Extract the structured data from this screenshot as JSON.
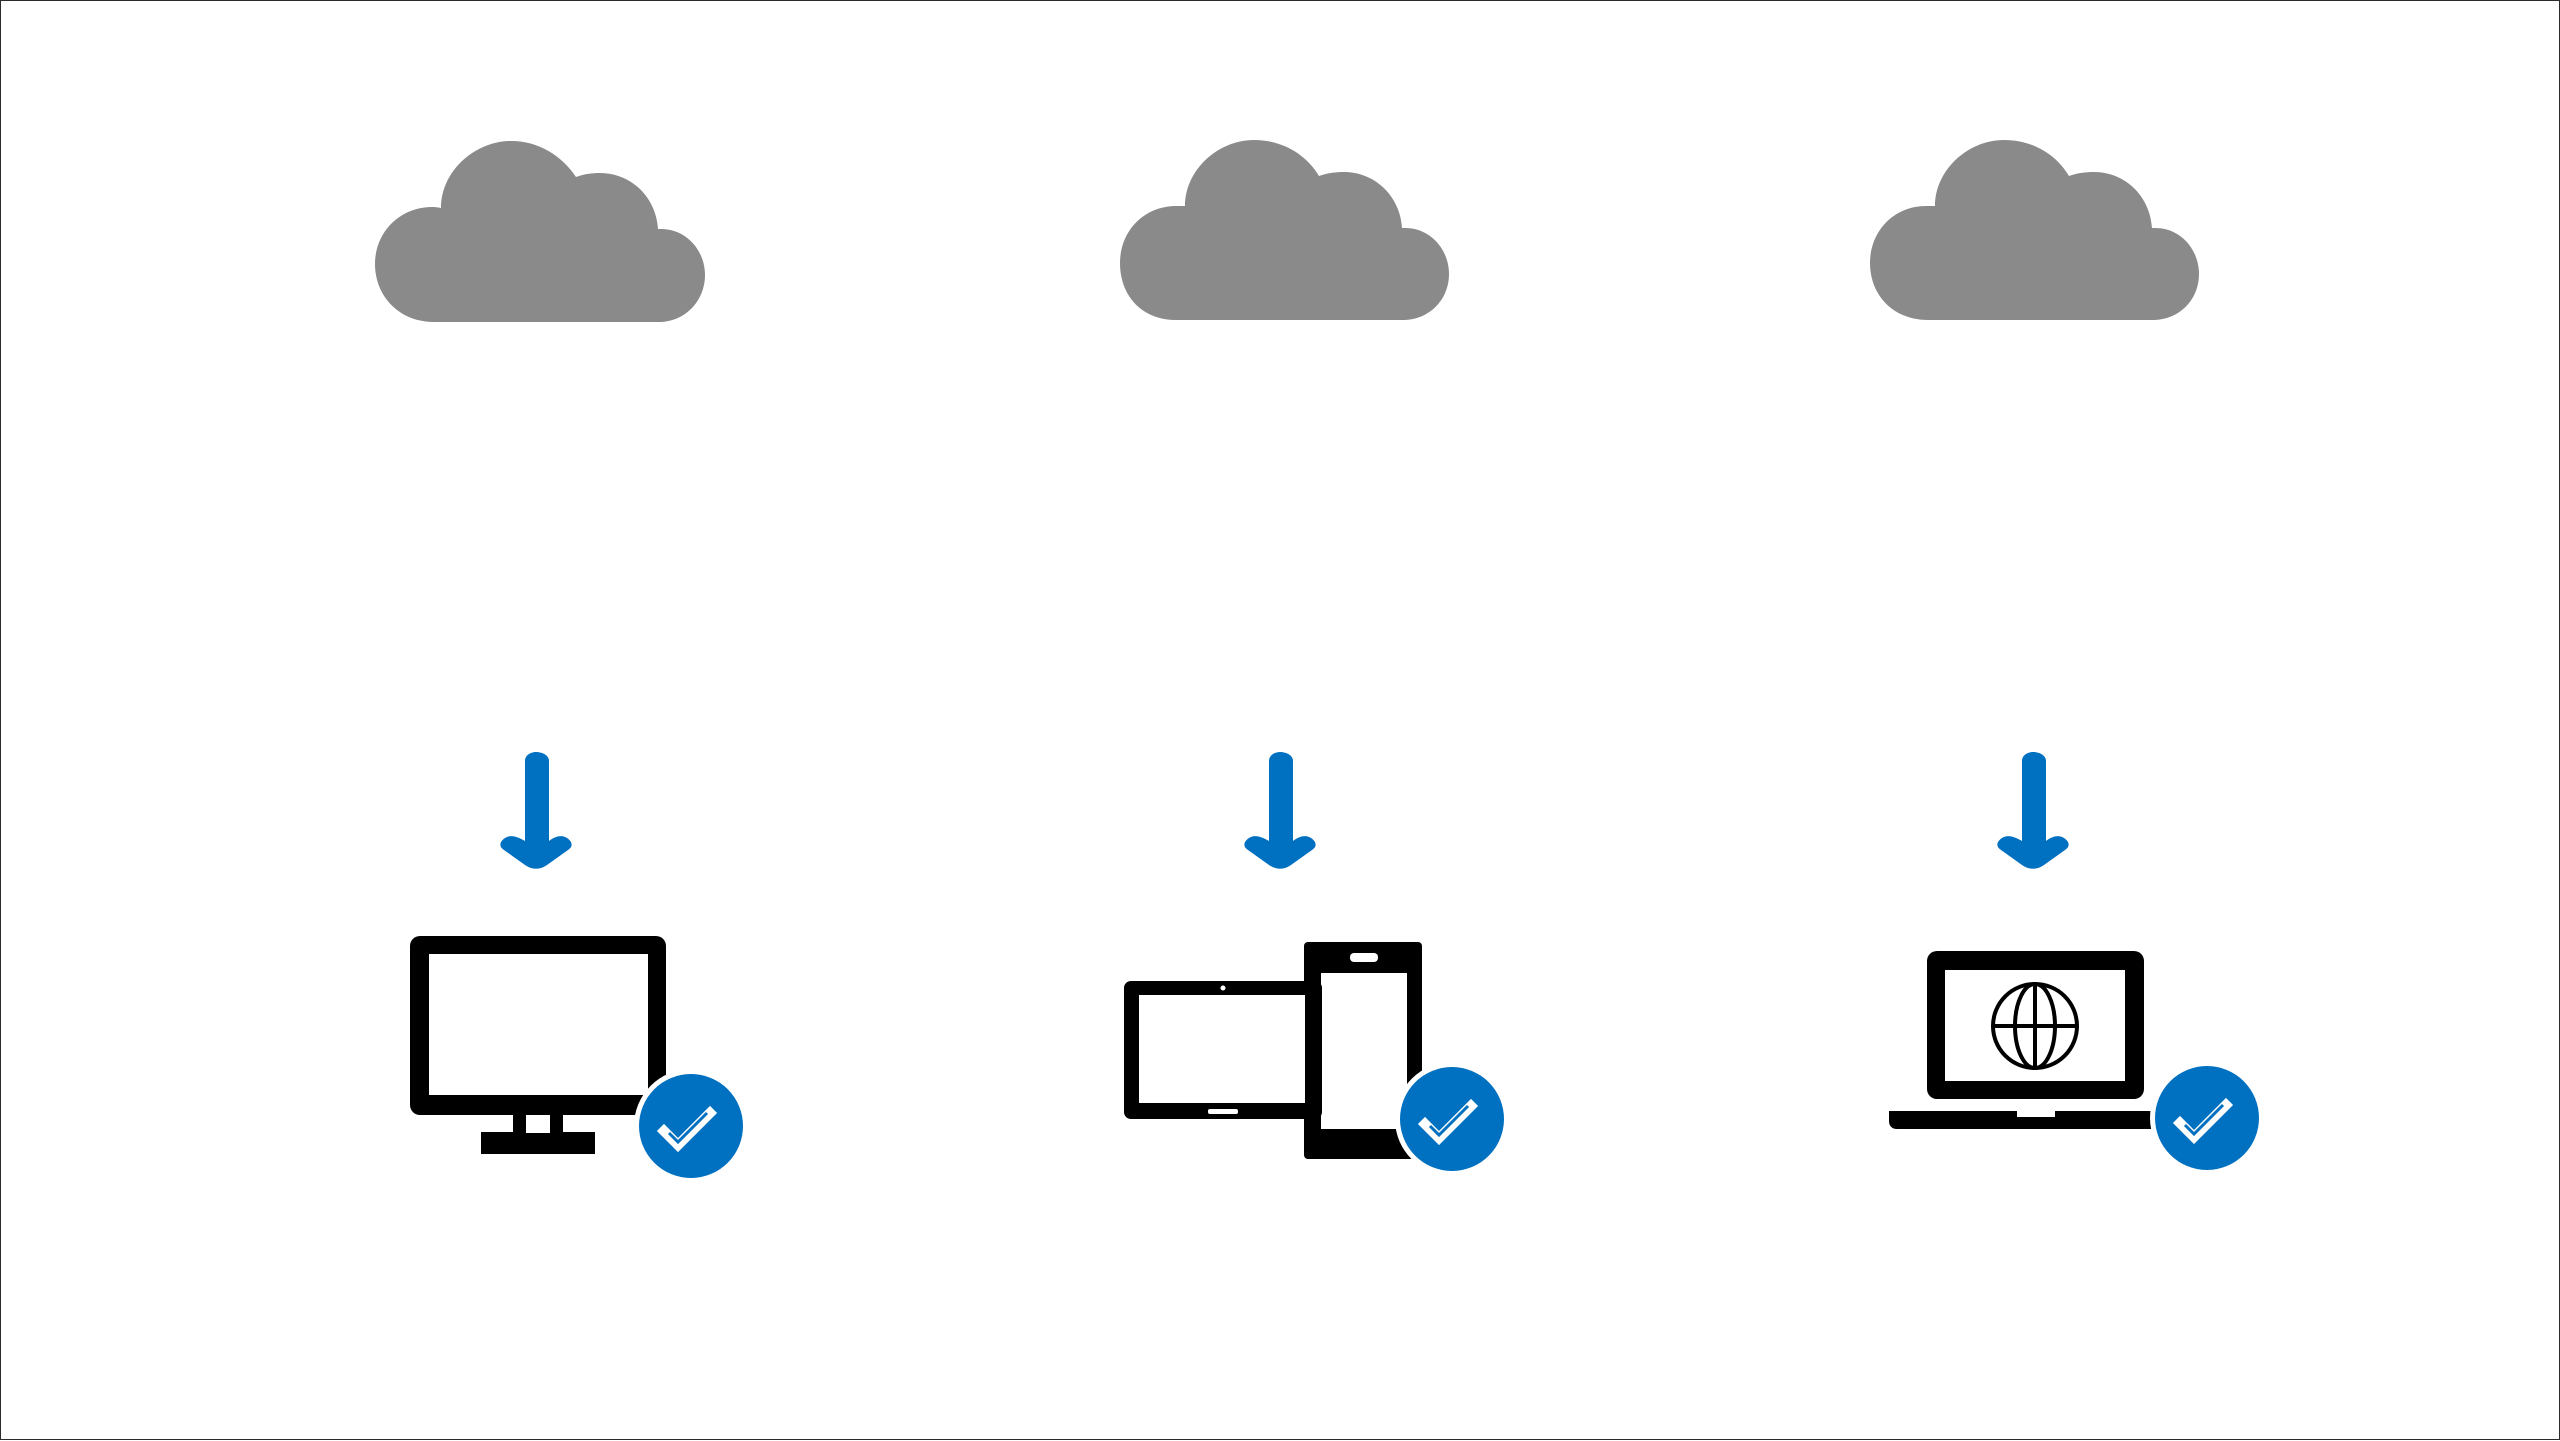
{
  "slide": {
    "columns": [
      {
        "name": "desktop",
        "cloud_icon": "cloud-icon",
        "arrow_icon": "arrow-down-icon",
        "device_icon": "desktop-monitor-icon",
        "badge_icon": "checkmark-badge-icon"
      },
      {
        "name": "tablet-and-phone",
        "cloud_icon": "cloud-icon",
        "arrow_icon": "arrow-down-icon",
        "device_icon": "tablet-phone-icon",
        "badge_icon": "checkmark-badge-icon"
      },
      {
        "name": "laptop-web",
        "cloud_icon": "cloud-icon",
        "arrow_icon": "arrow-down-icon",
        "device_icon": "laptop-globe-icon",
        "badge_icon": "checkmark-badge-icon"
      }
    ],
    "colors": {
      "cloud": "#8a8a8a",
      "arrow": "#0070c0",
      "device": "#000000",
      "badge": "#0070c0",
      "check": "#ffffff",
      "border": "#2b2b2b"
    }
  }
}
